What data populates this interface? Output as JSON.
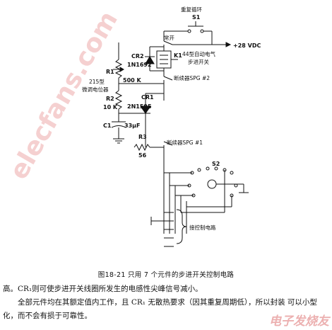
{
  "labels": {
    "s1_title": "重复循环",
    "s1": "S1",
    "normally_open": "常开",
    "supply": "+28 VDC",
    "k1": "K1",
    "relay_desc_1": "44型自动电气",
    "relay_desc_2": "步进开关",
    "cr2_name": "CR2",
    "cr2_part": "1N1692",
    "interrupter2": "断续器SPG #2",
    "r1": "R1",
    "r1_val": "500 K",
    "pot_desc_1": "215型",
    "pot_desc_2": "微调电位器",
    "cr1_name": "CR1",
    "cr1_part": "2N1595",
    "r2": "R2",
    "r2_val": "10 K",
    "c1": "C1",
    "c1_val": "33μF",
    "r3": "R3",
    "r3_val": "56",
    "interrupter1": "断续器SPG #1",
    "s2": "S2",
    "control_circuit": "接控制电路"
  },
  "caption": "图18-21   只用 7 个元件的步进开关控制电路",
  "text": {
    "p1": "高。CR₁则可使步进开关线圈所发生的电感性尖峰信号减小。",
    "p2": "全部元件均在其额定值内工作，且 CR₁ 无散热要求（因其重复周期低），所以封装 可以小型化，而不会有损于可靠性。"
  },
  "watermarks": {
    "diagonal": "elecfans.com",
    "corner": "电子发烧友"
  }
}
